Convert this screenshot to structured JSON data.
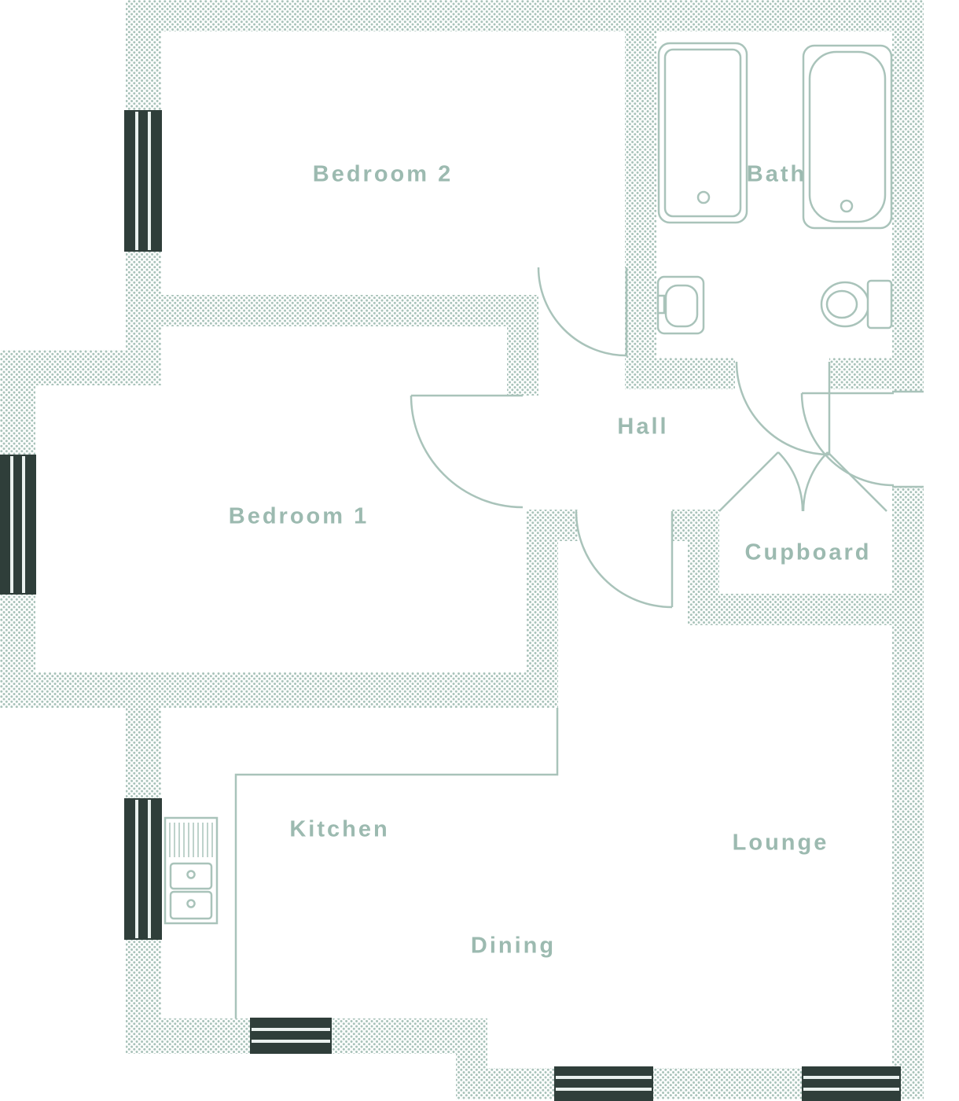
{
  "figure_type": "floor-plan",
  "rooms": [
    {
      "id": "bedroom-2",
      "label": "Bedroom 2"
    },
    {
      "id": "bath",
      "label": "Bath"
    },
    {
      "id": "hall",
      "label": "Hall"
    },
    {
      "id": "bedroom-1",
      "label": "Bedroom 1"
    },
    {
      "id": "cupboard",
      "label": "Cupboard"
    },
    {
      "id": "kitchen",
      "label": "Kitchen"
    },
    {
      "id": "lounge",
      "label": "Lounge"
    },
    {
      "id": "dining",
      "label": "Dining"
    }
  ],
  "fixtures": [
    {
      "icon": "bath-tub-icon",
      "count": 2
    },
    {
      "icon": "wash-basin-icon",
      "count": 1
    },
    {
      "icon": "toilet-icon",
      "count": 1
    },
    {
      "icon": "kitchen-sink-icon",
      "count": 1
    }
  ],
  "windows_count": 6,
  "doors_count": 7,
  "colors": {
    "wall_pattern": "#a9c3ba",
    "fixture_line": "#a9c3ba",
    "label_text": "#9cbab0",
    "window_dark": "#2f3e3a",
    "window_light_line": "#eaf1ef",
    "background": "#ffffff"
  }
}
